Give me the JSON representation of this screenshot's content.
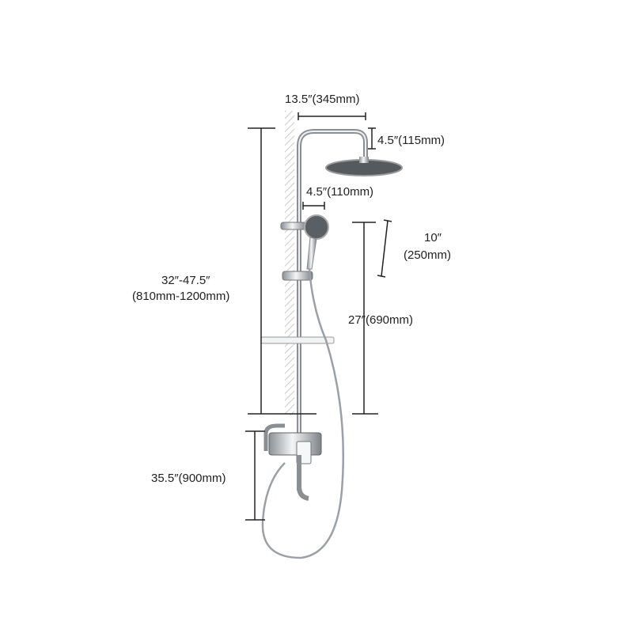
{
  "dimensions": {
    "arm_length": "13.5″(345mm)",
    "head_drop": "4.5″(115mm)",
    "holder_offset": "4.5″(110mm)",
    "hand_shower_length_in": "10″",
    "hand_shower_length_mm": "(250mm)",
    "rail_height_in": "32″-47.5″",
    "rail_height_mm": "(810mm-1200mm)",
    "slide_range": "27″(690mm)",
    "mixer_height": "35.5″(900mm)"
  },
  "colors": {
    "line": "#222222",
    "chrome": "#b8bcc0",
    "chrome_dark": "#6d7378"
  }
}
